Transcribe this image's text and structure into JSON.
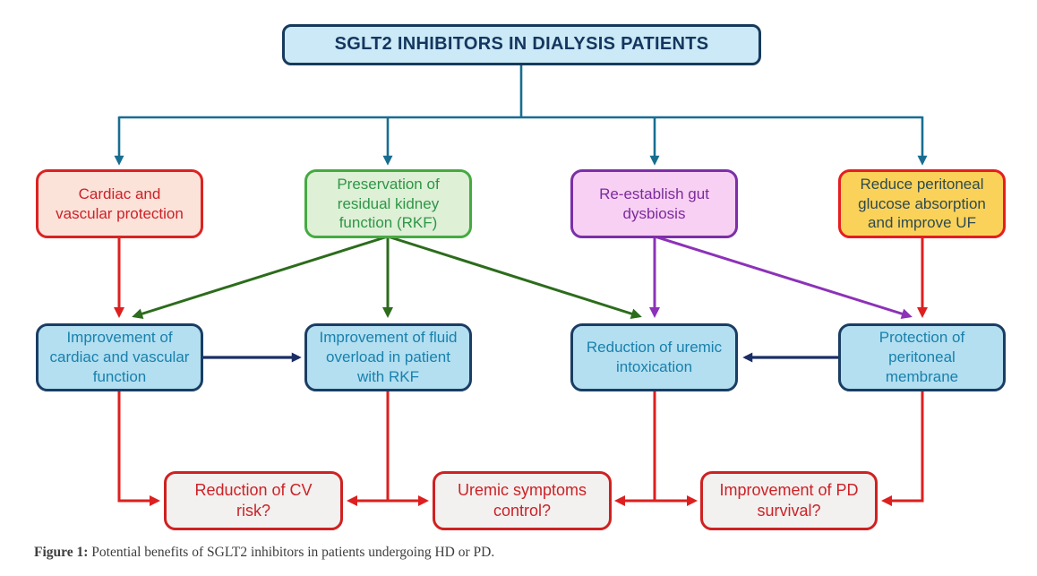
{
  "title": {
    "label": "SGLT2 INHIBITORS IN DIALYSIS PATIENTS"
  },
  "benefits": [
    {
      "label": "Cardiac and vascular protection",
      "theme": "red"
    },
    {
      "label": "Preservation of residual kidney function (RKF)",
      "theme": "green"
    },
    {
      "label": "Re-establish gut dysbiosis",
      "theme": "pink"
    },
    {
      "label": "Reduce peritoneal glucose absorption and improve UF",
      "theme": "yellow"
    }
  ],
  "mechanisms": [
    {
      "label": "Improvement of cardiac and vascular function"
    },
    {
      "label": "Improvement of fluid overload in patient with RKF"
    },
    {
      "label": "Reduction of uremic intoxication"
    },
    {
      "label": "Protection of peritoneal membrane"
    }
  ],
  "outcomes": [
    {
      "label": "Reduction of CV risk?"
    },
    {
      "label": "Uremic symptoms control?"
    },
    {
      "label": "Improvement of PD survival?"
    }
  ],
  "caption": {
    "prefix": "Figure 1:",
    "text": "Potential benefits of SGLT2 inhibitors in patients undergoing HD or PD."
  },
  "colors": {
    "title_fill": "#cbe9f6",
    "title_border": "#173a5c",
    "title_text": "#14365f",
    "cardiac_fill": "#fbe3da",
    "cardiac_border": "#da2322",
    "cardiac_text": "#cd2127",
    "rkf_fill": "#def0d6",
    "rkf_border": "#45aa41",
    "rkf_text": "#2e9647",
    "gut_fill": "#f8d0f4",
    "gut_border": "#7c2fa7",
    "gut_text": "#7c2b9b",
    "peritoneal_fill": "#fbd259",
    "peritoneal_border": "#e51e1f",
    "peritoneal_text": "#2e4a50",
    "mechanism_fill": "#b3dff1",
    "mechanism_border": "#1a3d63",
    "mechanism_text": "#1981ac",
    "outcome_fill": "#f2f1ef",
    "outcome_border": "#cf2121",
    "outcome_text": "#cd2127",
    "connector_teal": "#176e91",
    "arrow_red": "#dd1f1f",
    "arrow_green": "#2c6c1c",
    "arrow_purple": "#8c32b8",
    "arrow_navy": "#1b2f66"
  }
}
